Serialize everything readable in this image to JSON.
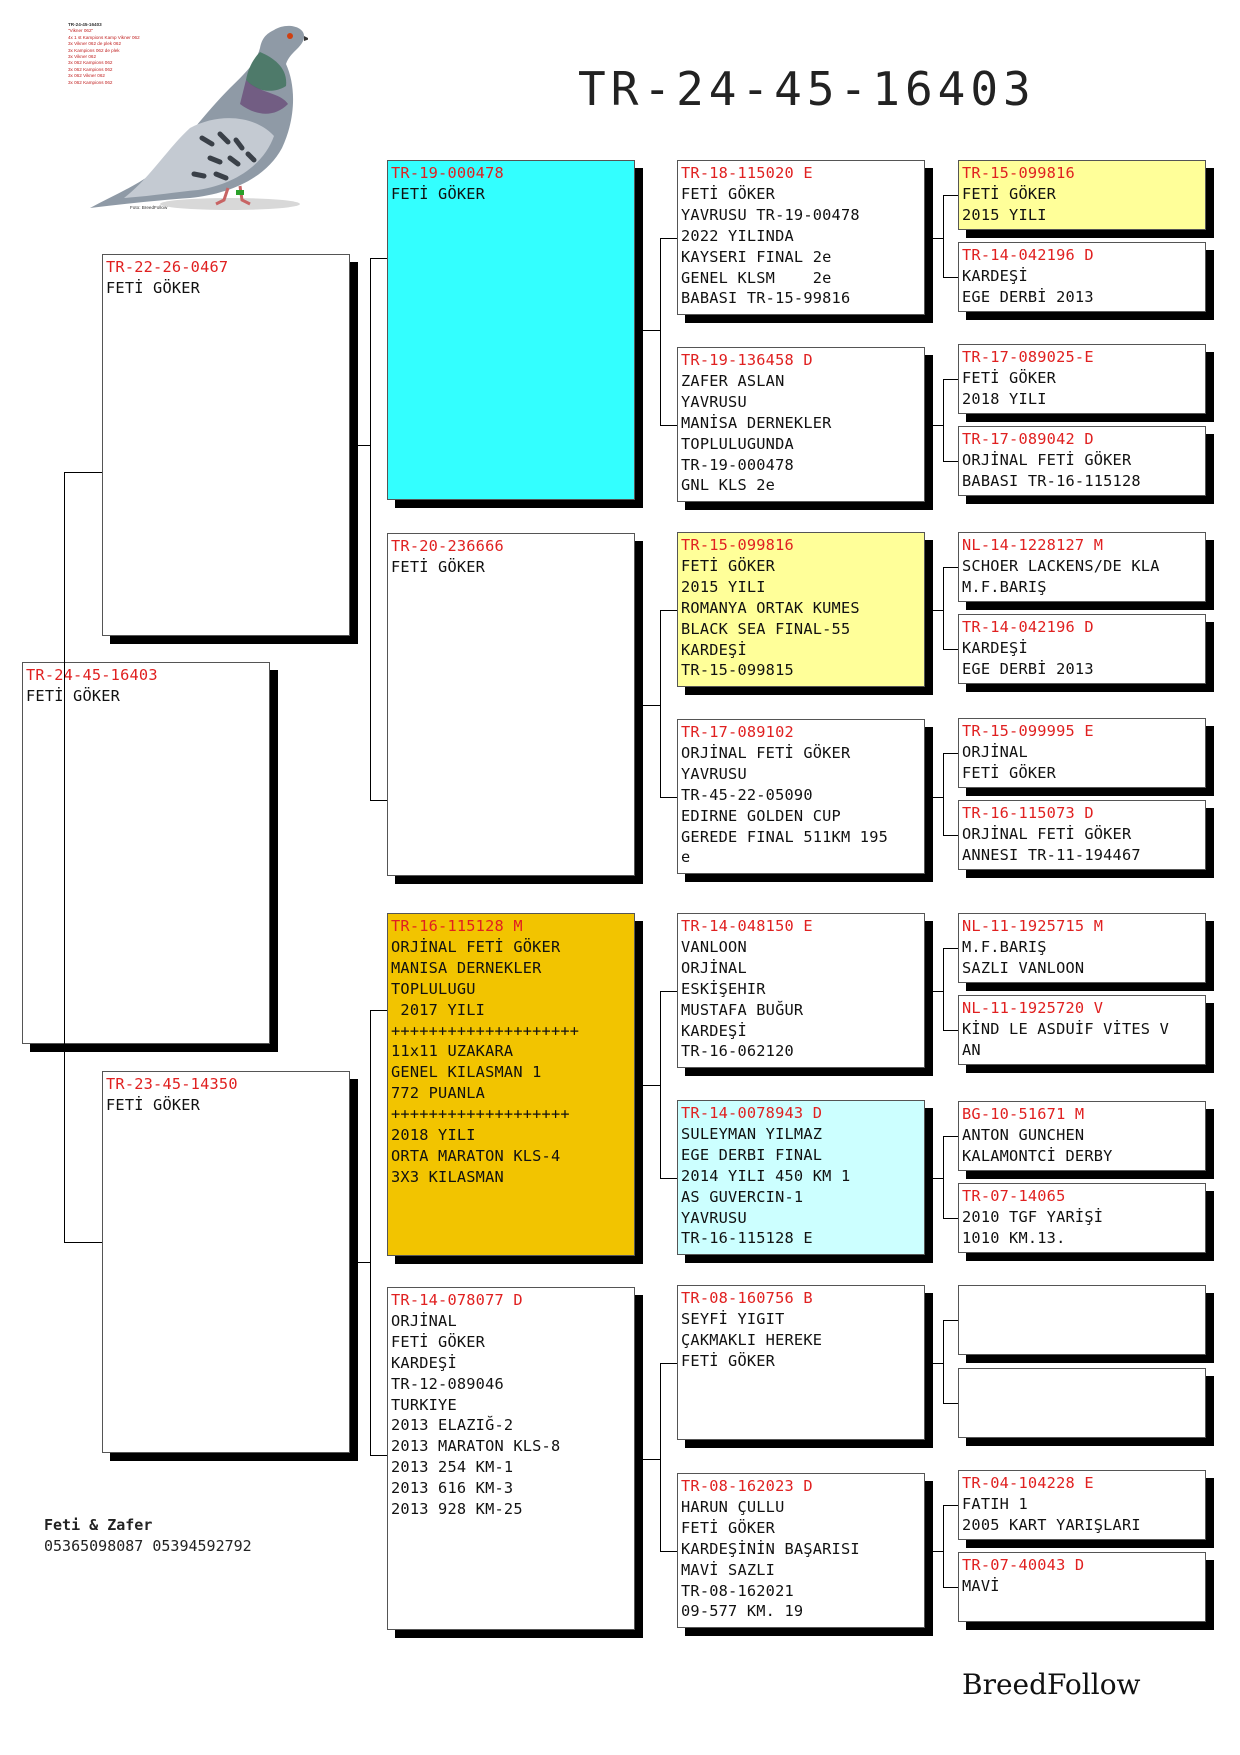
{
  "title": "TR-24-45-16403",
  "owner": {
    "name": "Feti & Zafer",
    "phones": "05365098087 05394592792"
  },
  "brand": "BreedFollow",
  "photo_caption_lines": [
    "TR-24-45-16403",
    "\"Vikner 062\"",
    "4x 1 st Kampions Kamp Vikner 062",
    "3x Vikner 062 de plek 062",
    "3x Kampions 062 de plek",
    "3x Vikner 062",
    "3x 062 Kampions 062",
    "3x 062 Kampions 062",
    "3x 062 Vikner 062",
    "3x 062 Kampions 062"
  ],
  "photo_footer": "Foto: BreedFollow",
  "colors": {
    "id_red": "#e02020",
    "yellow": "#ffff99",
    "cyan": "#33ffff",
    "lightcyan": "#ccffff",
    "gold": "#f2c400"
  },
  "pedigree": {
    "subject": {
      "lines": [
        "TR-24-45-16403",
        "FETİ GÖKER"
      ]
    },
    "sire": {
      "lines": [
        "TR-22-26-0467",
        "FETİ GÖKER"
      ]
    },
    "dam": {
      "lines": [
        "TR-23-45-14350",
        "FETİ GÖKER"
      ]
    },
    "gen3": [
      {
        "lines": [
          "TR-19-000478",
          "FETİ GÖKER"
        ]
      },
      {
        "lines": [
          "TR-20-236666",
          "FETİ GÖKER"
        ]
      },
      {
        "lines": [
          "TR-16-115128 M",
          "ORJİNAL FETİ GÖKER",
          "MANISA DERNEKLER",
          "TOPLULUGU",
          " 2017 YILI",
          "++++++++++++++++++++",
          "11x11 UZAKARA",
          "GENEL KILASMAN 1",
          "772 PUANLA",
          "+++++++++++++++++++",
          "2018 YILI",
          "ORTA MARATON KLS-4",
          "3X3 KILASMAN"
        ]
      },
      {
        "lines": [
          "TR-14-078077 D",
          "ORJİNAL",
          "FETİ GÖKER",
          "KARDEŞİ",
          "TR-12-089046",
          "TURKIYE",
          "2013 ELAZIĞ-2",
          "2013 MARATON KLS-8",
          "2013 254 KM-1",
          "2013 616 KM-3",
          "2013 928 KM-25"
        ]
      }
    ],
    "gen4": [
      {
        "lines": [
          "TR-18-115020 E",
          "FETİ GÖKER",
          "YAVRUSU TR-19-00478",
          "2022 YILINDA",
          "KAYSERI FINAL 2e",
          "GENEL KLSM    2e",
          "BABASI TR-15-99816"
        ]
      },
      {
        "lines": [
          "TR-19-136458 D",
          "ZAFER ASLAN",
          "YAVRUSU",
          "MANİSA DERNEKLER",
          "TOPLULUGUNDA",
          "TR-19-000478",
          "GNL KLS 2e"
        ]
      },
      {
        "lines": [
          "TR-15-099816",
          "FETİ GÖKER",
          "2015 YILI",
          "ROMANYA ORTAK KUMES",
          "BLACK SEA FINAL-55",
          "KARDEŞİ",
          "TR-15-099815"
        ]
      },
      {
        "lines": [
          "TR-17-089102",
          "ORJİNAL FETİ GÖKER",
          "YAVRUSU",
          "TR-45-22-05090",
          "EDIRNE GOLDEN CUP",
          "GEREDE FINAL 511KM 195",
          "e"
        ]
      },
      {
        "lines": [
          "TR-14-048150 E",
          "VANLOON",
          "ORJİNAL",
          "ESKİŞEHIR",
          "MUSTAFA BUĞUR",
          "KARDEŞİ",
          "TR-16-062120"
        ]
      },
      {
        "lines": [
          "TR-14-0078943 D",
          "SULEYMAN YILMAZ",
          "EGE DERBI FINAL",
          "2014 YILI 450 KM 1",
          "AS GUVERCIN-1",
          "YAVRUSU",
          "TR-16-115128 E"
        ]
      },
      {
        "lines": [
          "TR-08-160756 B",
          "SEYFİ YIGIT",
          "ÇAKMAKLI HEREKE",
          "",
          "FETİ GÖKER"
        ]
      },
      {
        "lines": [
          "TR-08-162023 D",
          "HARUN ÇULLU",
          "FETİ GÖKER",
          "KARDEŞİNİN BAŞARISI",
          "MAVİ SAZLI",
          "TR-08-162021",
          "09-577 KM. 19"
        ]
      }
    ],
    "gen5": [
      {
        "lines": [
          "TR-15-099816",
          "FETİ GÖKER",
          "2015 YILI"
        ]
      },
      {
        "lines": [
          "TR-14-042196 D",
          "KARDEŞİ",
          "EGE DERBİ 2013"
        ]
      },
      {
        "lines": [
          "TR-17-089025-E",
          "FETİ GÖKER",
          "2018 YILI"
        ]
      },
      {
        "lines": [
          "TR-17-089042 D",
          "ORJİNAL FETİ GÖKER",
          "BABASI TR-16-115128"
        ]
      },
      {
        "lines": [
          "NL-14-1228127 M",
          "SCHOER LACKENS/DE KLA",
          "M.F.BARIŞ"
        ]
      },
      {
        "lines": [
          "TR-14-042196 D",
          "KARDEŞİ",
          "EGE DERBİ 2013"
        ]
      },
      {
        "lines": [
          "TR-15-099995 E",
          "ORJİNAL",
          "FETİ GÖKER"
        ]
      },
      {
        "lines": [
          "TR-16-115073 D",
          "ORJİNAL FETİ GÖKER",
          "ANNESI TR-11-194467"
        ]
      },
      {
        "lines": [
          "NL-11-1925715 M",
          "M.F.BARIŞ",
          "SAZLI VANLOON"
        ]
      },
      {
        "lines": [
          "NL-11-1925720 V",
          "KİND LE ASDUİF VİTES V",
          "AN"
        ]
      },
      {
        "lines": [
          "BG-10-51671 M",
          "ANTON GUNCHEN",
          "KALAMONTCİ DERBY"
        ]
      },
      {
        "lines": [
          "TR-07-14065",
          "2010 TGF YARİŞİ",
          "1010 KM.13."
        ]
      },
      {
        "lines": []
      },
      {
        "lines": []
      },
      {
        "lines": [
          "TR-04-104228 E",
          "FATIH 1",
          "2005 KART YARIŞLARI"
        ]
      },
      {
        "lines": [
          "TR-07-40043 D",
          "MAVİ"
        ]
      }
    ]
  }
}
